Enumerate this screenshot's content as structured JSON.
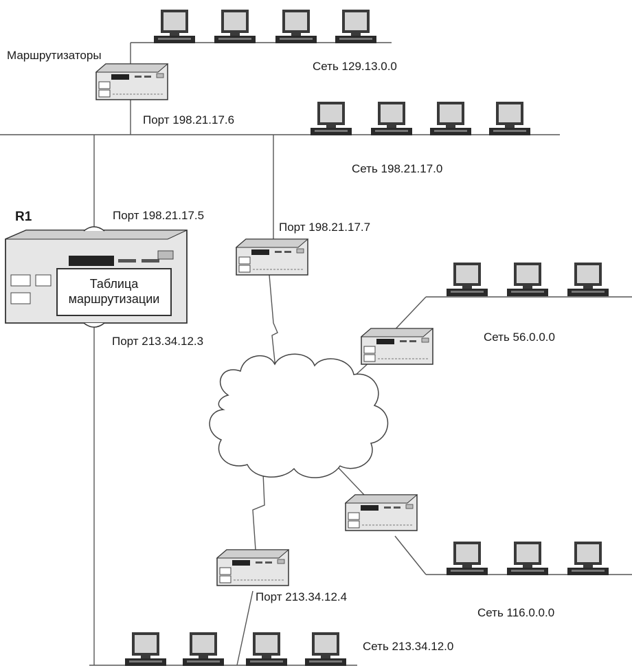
{
  "labels": {
    "routers": "Маршрутизаторы",
    "net_129": "Сеть 129.13.0.0",
    "port_198_6": "Порт 198.21.17.6",
    "net_198": "Сеть 198.21.17.0",
    "r1": "R1",
    "port_198_5": "Порт 198.21.17.5",
    "port_198_7": "Порт 198.21.17.7",
    "table_line1": "Таблица",
    "table_line2": "маршрутизации",
    "port_213_3": "Порт 213.34.12.3",
    "net_56": "Сеть 56.0.0.0",
    "net_116": "Сеть 116.0.0.0",
    "port_213_4": "Порт 213.34.12.4",
    "net_213": "Сеть 213.34.12.0"
  },
  "icons": {
    "computer": "computer-icon",
    "router": "router-icon",
    "cloud": "cloud-icon"
  },
  "colors": {
    "line": "#555555",
    "device_body": "#e6e6e6",
    "device_dark": "#222222",
    "screen": "#d4d4d4"
  }
}
